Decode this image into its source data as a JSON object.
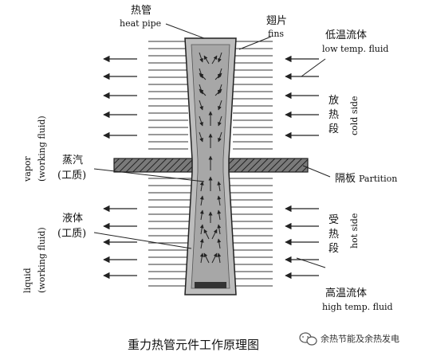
{
  "labels": {
    "heat_pipe_cn": "热管",
    "heat_pipe_en": "heat pipe",
    "fins_cn": "翅片",
    "fins_en": "fins",
    "low_temp_cn": "低温流体",
    "low_temp_en": "low temp. fluid",
    "cold_side_cn_1": "放",
    "cold_side_cn_2": "热",
    "cold_side_cn_3": "段",
    "cold_side_en": "cold side",
    "partition_cn": "隔板",
    "partition_en": "Partition",
    "vapor_cn_1": "蒸汽",
    "vapor_cn_2": "(工质)",
    "vapor_en_1": "vapor",
    "vapor_en_2": "(working fluid)",
    "liquid_cn_1": "液体",
    "liquid_cn_2": "(工质)",
    "liquid_en_1": "liquid",
    "liquid_en_2": "(working fluid)",
    "hot_side_cn_1": "受",
    "hot_side_cn_2": "热",
    "hot_side_cn_3": "段",
    "hot_side_en": "hot side",
    "high_temp_cn": "高温流体",
    "high_temp_en": "high temp. fluid",
    "caption": "重力热管元件工作原理图",
    "watermark": "余热节能及余热发电"
  },
  "colors": {
    "pipe_fill": "#b9b9b9",
    "pipe_inner": "#9a9a9a",
    "partition_fill": "#6a6a6a",
    "line": "#222222"
  },
  "icons": {
    "watermark": "wechat-icon"
  }
}
